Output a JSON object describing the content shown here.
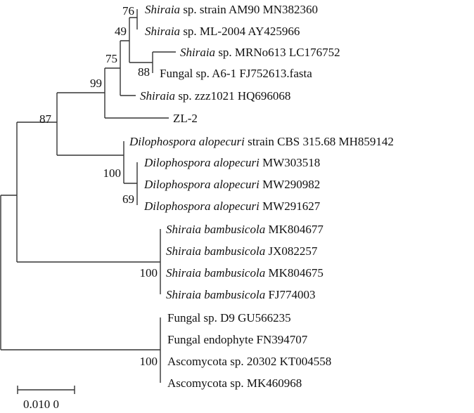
{
  "leaves": [
    {
      "italic": "Shiraia",
      "rest": " sp. strain AM90 MN382360"
    },
    {
      "italic": "Shiraia",
      "rest": " sp. ML-2004 AY425966"
    },
    {
      "italic": "Shiraia",
      "rest": " sp. MRNo613 LC176752"
    },
    {
      "italic": "",
      "rest": "Fungal sp. A6-1 FJ752613.fasta"
    },
    {
      "italic": "Shiraia",
      "rest": " sp. zzz1021 HQ696068"
    },
    {
      "italic": "",
      "rest": "ZL-2"
    },
    {
      "italic": "Dilophospora alopecuri",
      "rest": " strain CBS 315.68 MH859142"
    },
    {
      "italic": "Dilophospora alopecuri",
      "rest": " MW303518"
    },
    {
      "italic": "Dilophospora alopecuri",
      "rest": " MW290982"
    },
    {
      "italic": "Dilophospora alopecuri",
      "rest": " MW291627"
    },
    {
      "italic": "Shiraia bambusicola",
      "rest": " MK804677"
    },
    {
      "italic": "Shiraia bambusicola",
      "rest": " JX082257"
    },
    {
      "italic": "Shiraia bambusicola",
      "rest": " MK804675"
    },
    {
      "italic": "Shiraia bambusicola",
      "rest": " FJ774003"
    },
    {
      "italic": "",
      "rest": "Fungal sp. D9 GU566235"
    },
    {
      "italic": "",
      "rest": "Fungal endophyte FN394707"
    },
    {
      "italic": "",
      "rest": "Ascomycota sp. 20302 KT004558"
    },
    {
      "italic": "",
      "rest": "Ascomycota sp. MK460968"
    }
  ],
  "bootstrap": [
    "76",
    "49",
    "88",
    "75",
    "99",
    "87",
    "100",
    "69",
    "100",
    "100"
  ],
  "scale_label": "0.010 0"
}
